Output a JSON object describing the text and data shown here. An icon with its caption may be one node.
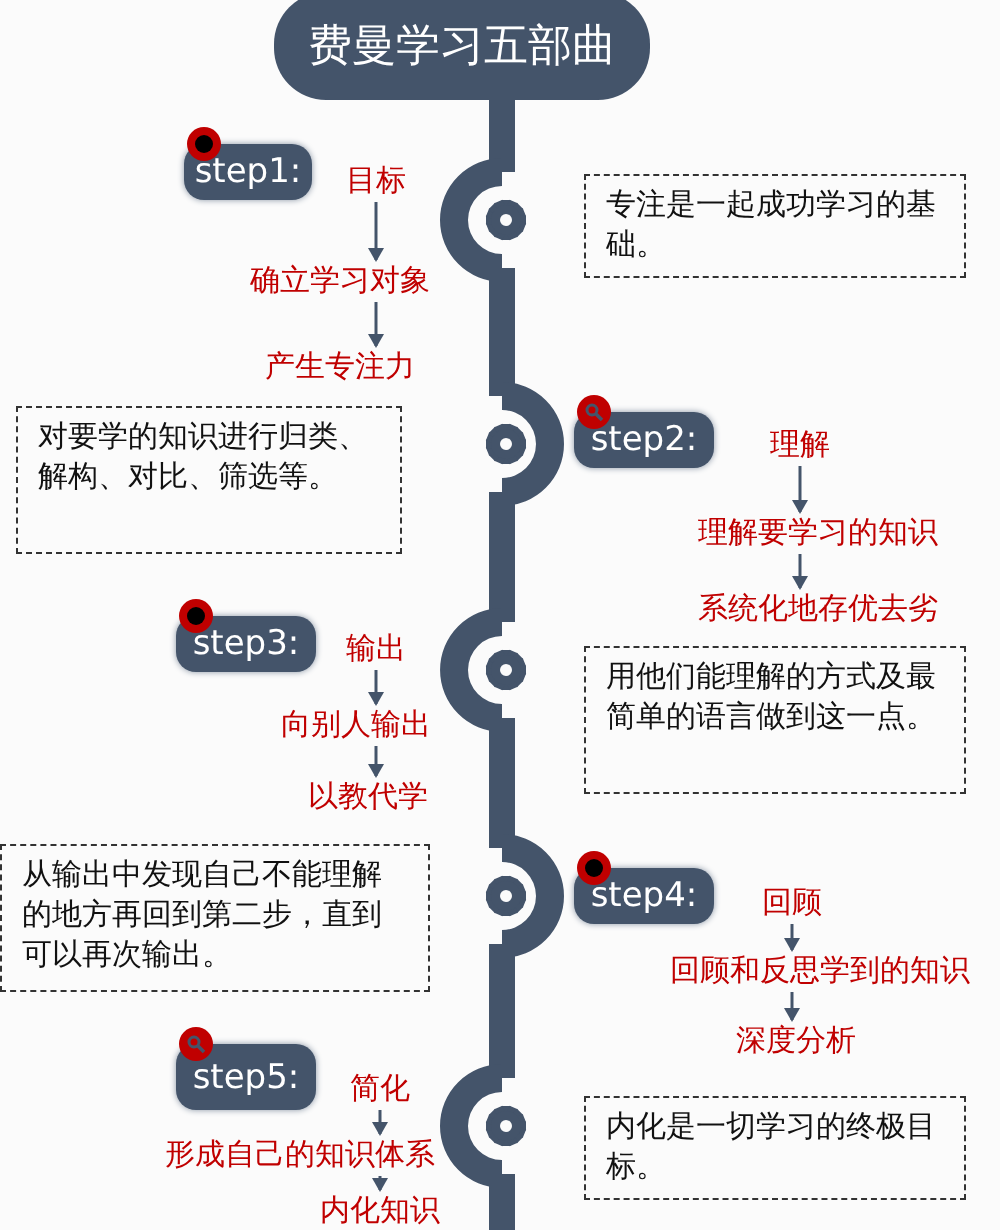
{
  "diagram": {
    "title": "费曼学习五部曲",
    "nodes": [
      {
        "text": [
          "step1:"
        ]
      },
      {
        "text": [
          "目标"
        ]
      },
      {
        "text": [
          "确立学习对象"
        ]
      },
      {
        "text": [
          "产生专注力"
        ]
      },
      {
        "text": [
          "专注是一起成功学习的基础。"
        ]
      },
      {
        "text": [
          "对要学的知识进行归类、解构、对比、筛选等。"
        ]
      },
      {
        "text": [
          "step2:"
        ]
      },
      {
        "text": [
          "理解"
        ]
      },
      {
        "text": [
          "理解要学习的知识"
        ]
      },
      {
        "text": [
          "系统化地存优去劣"
        ]
      },
      {
        "text": [
          "step3:"
        ]
      },
      {
        "text": [
          "输出"
        ]
      },
      {
        "text": [
          "向别人输出"
        ]
      },
      {
        "text": [
          "以教代学"
        ]
      },
      {
        "text": [
          "用他们能理解的方式及最简单的语言做到这一点。"
        ]
      },
      {
        "text": [
          "从输出中发现自己不能理解的地方再回到第二步，直到可以再次输出。"
        ]
      },
      {
        "text": [
          "step4:"
        ]
      },
      {
        "text": [
          "回顾"
        ]
      },
      {
        "text": [
          "回顾和反思学到的知识"
        ]
      },
      {
        "text": [
          "深度分析"
        ]
      },
      {
        "text": [
          "step5:"
        ]
      },
      {
        "text": [
          "简化"
        ]
      },
      {
        "text": [
          "形成自己的知识体系"
        ]
      },
      {
        "text": [
          "内化知识"
        ]
      },
      {
        "text": [
          "内化是一切学习的终极目标。"
        ]
      }
    ],
    "edges": [
      {
        "from": 1,
        "to": 2,
        "arrow": "to"
      },
      {
        "from": 2,
        "to": 3,
        "arrow": "to"
      },
      {
        "from": 7,
        "to": 8,
        "arrow": "to"
      },
      {
        "from": 8,
        "to": 9,
        "arrow": "to"
      },
      {
        "from": 11,
        "to": 12,
        "arrow": "to"
      },
      {
        "from": 12,
        "to": 13,
        "arrow": "to"
      },
      {
        "from": 17,
        "to": 18,
        "arrow": "to"
      },
      {
        "from": 18,
        "to": 19,
        "arrow": "to"
      },
      {
        "from": 21,
        "to": 22,
        "arrow": "to"
      },
      {
        "from": 22,
        "to": 23,
        "arrow": "to"
      }
    ]
  }
}
